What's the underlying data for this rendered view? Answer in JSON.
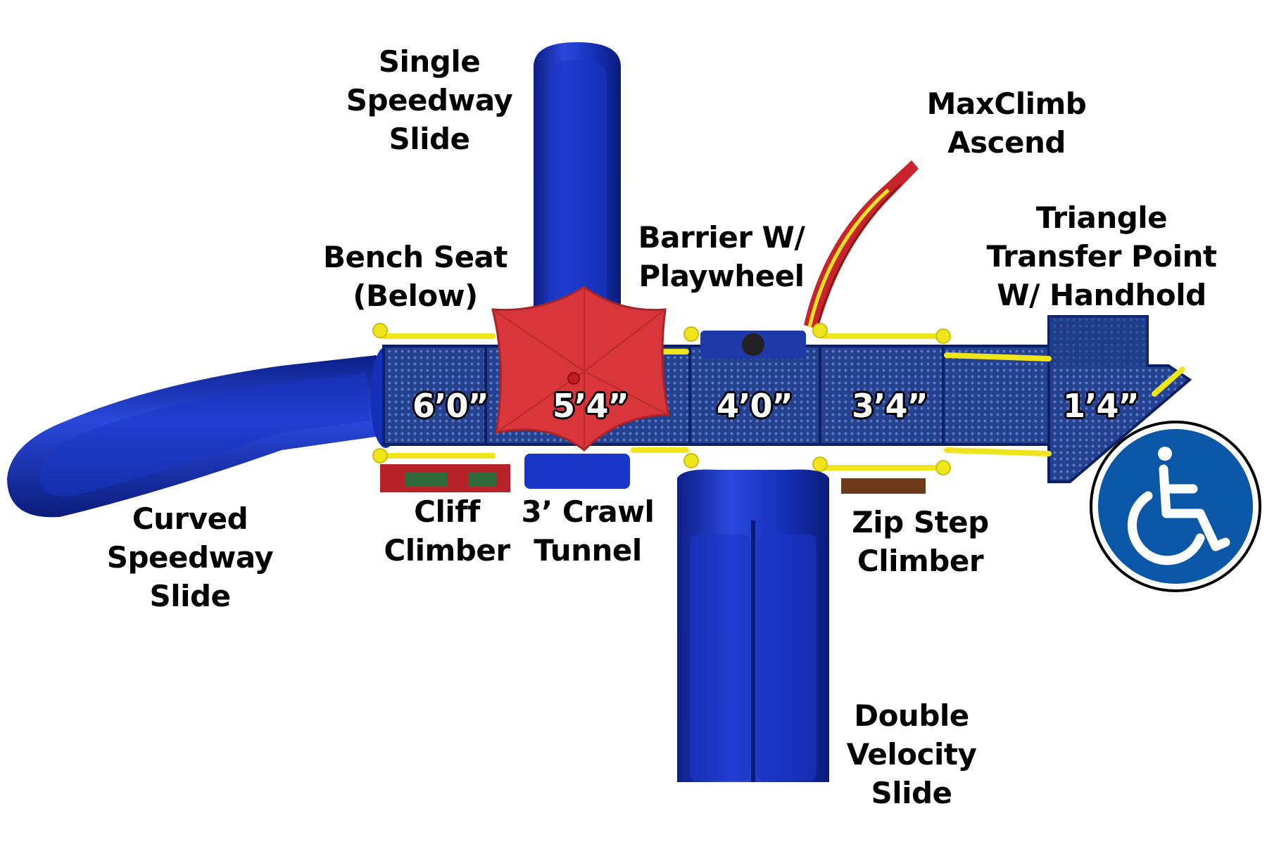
{
  "colors": {
    "slide_blue": "#1530b8",
    "deck_blue": "#23418f",
    "roof_red": "#d8363a",
    "rail_yellow": "#f0e51a",
    "accessibility_blue": "#0a57a8"
  },
  "labels": {
    "single_speedway_slide": [
      "Single",
      "Speedway",
      "Slide"
    ],
    "maxclimb_ascend": [
      "MaxClimb",
      "Ascend"
    ],
    "bench_seat": [
      "Bench Seat",
      "(Below)"
    ],
    "barrier_playwheel": [
      "Barrier W/",
      "Playwheel"
    ],
    "triangle_transfer_point": [
      "Triangle",
      "Transfer Point",
      "W/ Handhold"
    ],
    "curved_speedway_slide": [
      "Curved",
      "Speedway",
      "Slide"
    ],
    "cliff_climber": [
      "Cliff",
      "Climber"
    ],
    "crawl_tunnel": [
      "3’ Crawl",
      "Tunnel"
    ],
    "zip_step_climber": [
      "Zip Step",
      "Climber"
    ],
    "double_velocity_slide": [
      "Double",
      "Velocity",
      "Slide"
    ]
  },
  "deck_heights": [
    "6’0”",
    "5’4”",
    "4’0”",
    "3’4”",
    "1’4”"
  ],
  "icons": {
    "accessibility": "wheelchair-accessibility-icon"
  }
}
